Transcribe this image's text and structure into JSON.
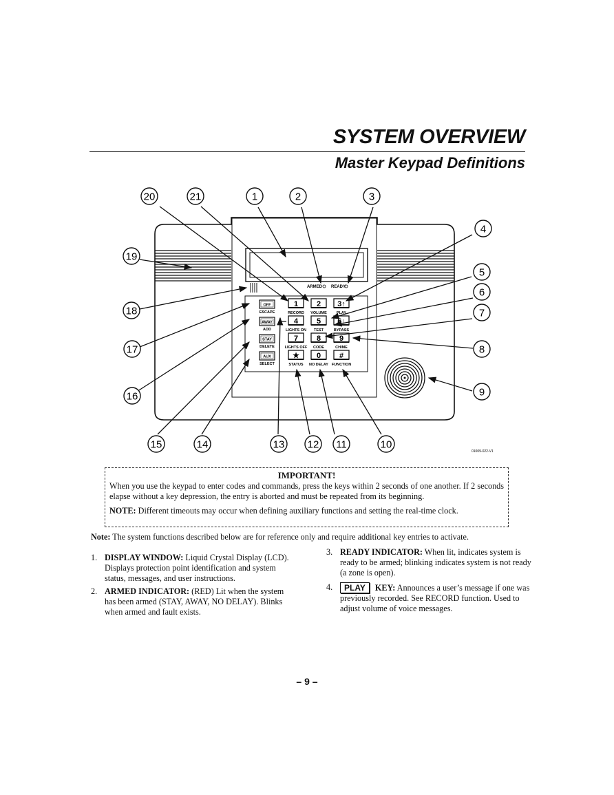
{
  "header": {
    "title": "SYSTEM OVERVIEW",
    "subtitle": "Master Keypad Definitions"
  },
  "diagram": {
    "callouts": [
      "1",
      "2",
      "3",
      "4",
      "5",
      "6",
      "7",
      "8",
      "9",
      "10",
      "11",
      "12",
      "13",
      "14",
      "15",
      "16",
      "17",
      "18",
      "19",
      "20",
      "21"
    ],
    "indicators": {
      "armed": "ARMED",
      "ready": "READY"
    },
    "function_keys": [
      {
        "key": "OFF",
        "label": "ESCAPE"
      },
      {
        "key": "AWAY",
        "label": "ADD"
      },
      {
        "key": "STAY",
        "label": "DELETE"
      },
      {
        "key": "AUX",
        "label": "SELECT"
      }
    ],
    "number_keys": [
      {
        "key": "1",
        "label": "RECORD"
      },
      {
        "key": "2",
        "label": "VOLUME"
      },
      {
        "key": "3↑",
        "label": "PLAY"
      },
      {
        "key": "4",
        "label": "LIGHTS ON"
      },
      {
        "key": "5",
        "label": "TEST"
      },
      {
        "key": "6↓",
        "label": "BYPASS"
      },
      {
        "key": "7",
        "label": "LIGHTS OFF"
      },
      {
        "key": "8",
        "label": "CODE"
      },
      {
        "key": "9",
        "label": "CHIME"
      },
      {
        "key": "★",
        "label": "STATUS"
      },
      {
        "key": "0",
        "label": "NO DELAY"
      },
      {
        "key": "#",
        "label": "FUNCTION"
      }
    ],
    "figure_id": "01009-022-V1"
  },
  "important": {
    "title": "IMPORTANT!",
    "body": "When you use the keypad to enter codes and commands, press the keys within 2 seconds of one another. If 2 seconds elapse without a key depression, the entry is aborted and must be repeated from its beginning.",
    "note_label": "NOTE:",
    "note_text": " Different timeouts may occur when defining auxiliary functions and setting the real-time clock."
  },
  "note": {
    "label": "Note:",
    "text": " The system functions described below are for reference only and require additional key entries to activate."
  },
  "definitions": [
    {
      "num": "1.",
      "term": "DISPLAY WINDOW:",
      "text": " Liquid Crystal Display (LCD).  Displays protection point identification and system status, messages, and user instructions."
    },
    {
      "num": "2.",
      "term": "ARMED INDICATOR:",
      "text": "  (RED) Lit when the system has been armed  (STAY, AWAY, NO DELAY). Blinks when armed and fault exists."
    },
    {
      "num": "3.",
      "term": "READY INDICATOR:",
      "text": " When lit, indicates system is ready to be armed; blinking indicates system is not ready (a zone is open)."
    },
    {
      "num": "4.",
      "keycap": "PLAY",
      "term": "KEY:",
      "text": " Announces a user’s message if one was previously recorded. See RECORD function. Used to adjust volume of voice messages."
    }
  ],
  "footer": {
    "page_number": "– 9 –"
  }
}
